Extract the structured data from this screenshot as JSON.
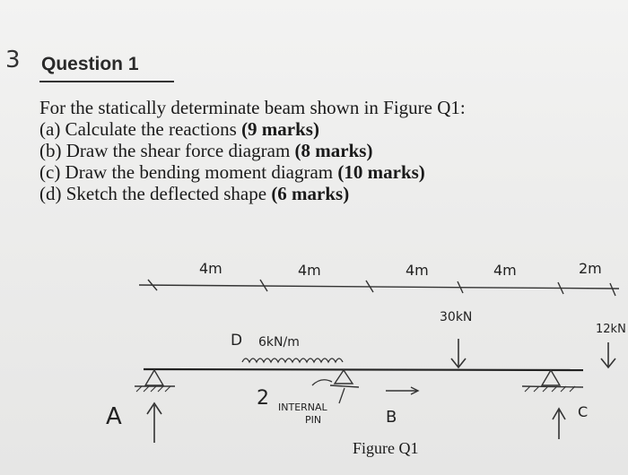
{
  "question": {
    "margin_number": "3",
    "heading": "Question 1",
    "intro": "For the statically determinate beam shown in Figure Q1:",
    "parts": [
      {
        "text": "(a) Calculate the reactions ",
        "marks": "(9 marks)"
      },
      {
        "text": "(b) Draw the shear force diagram ",
        "marks": "(8 marks)"
      },
      {
        "text": "(c) Draw the bending moment diagram ",
        "marks": "(10 marks)"
      },
      {
        "text": "(d) Sketch the deflected shape ",
        "marks": "(6 marks)"
      }
    ]
  },
  "figure": {
    "caption": "Figure Q1",
    "spans": [
      "4m",
      "4m",
      "4m",
      "4m",
      "2m"
    ],
    "loads": {
      "udl": "6kN/m",
      "point_1": "30kN",
      "point_2": "12kN"
    },
    "labels": {
      "d": "D",
      "a": "A",
      "b": "B",
      "c": "C",
      "two": "2",
      "pin_line1": "INTERNAL",
      "pin_line2": "PIN"
    }
  }
}
